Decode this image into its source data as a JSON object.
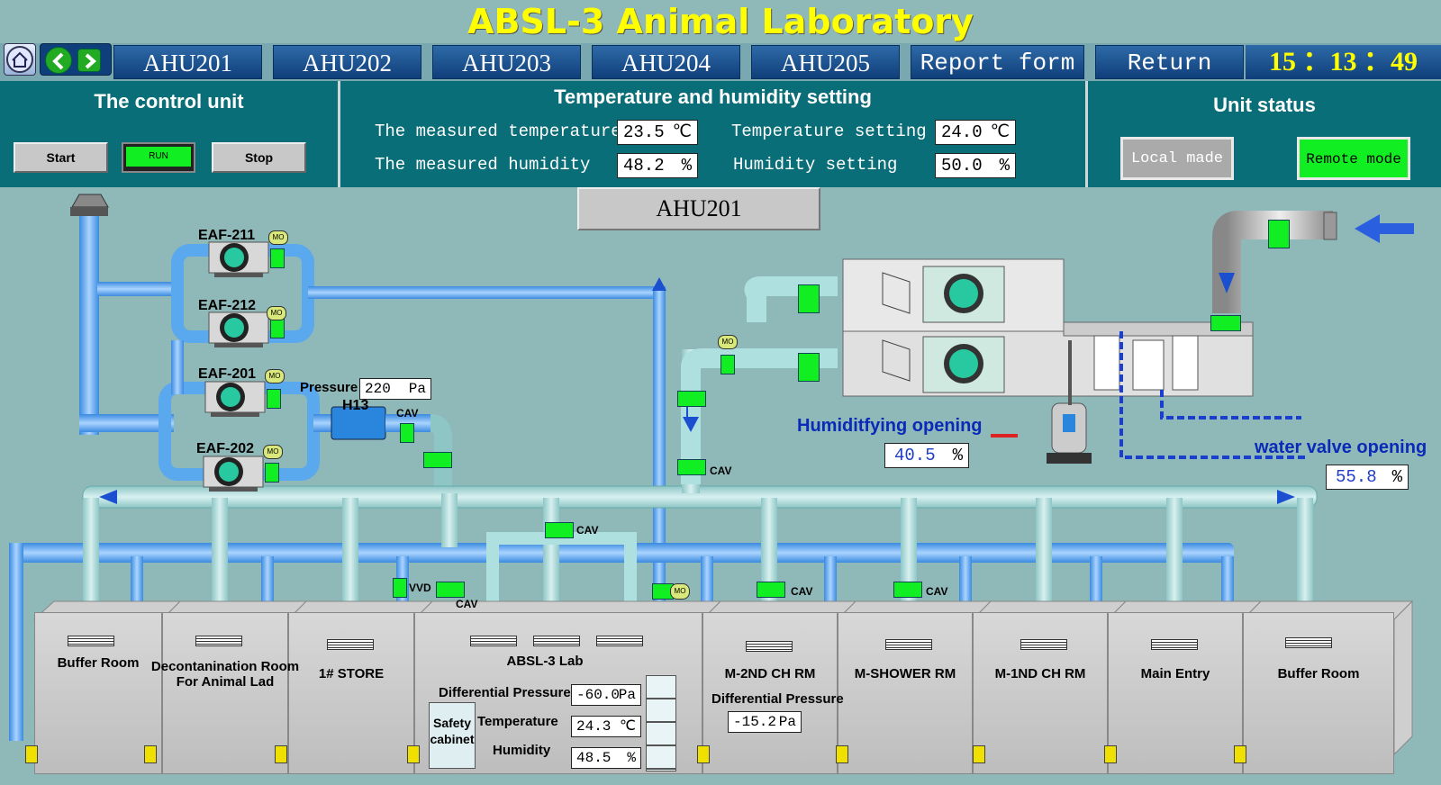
{
  "title": "ABSL-3 Animal Laboratory",
  "nav": {
    "tabs": [
      "AHU201",
      "AHU202",
      "AHU203",
      "AHU204",
      "AHU205",
      "Report form",
      "Return"
    ],
    "clock": "15 ：13 ：49"
  },
  "control_unit": {
    "title": "The control unit",
    "start": "Start",
    "run": "RUN",
    "stop": "Stop"
  },
  "setting": {
    "title": "Temperature and humidity setting",
    "measured_temp_label": "The measured temperature",
    "measured_temp": "23.5",
    "temp_unit": "℃",
    "temp_setting_label": "Temperature setting",
    "temp_setting": "24.0",
    "measured_hum_label": "The measured humidity",
    "measured_hum": "48.2",
    "hum_unit": "%",
    "hum_setting_label": "Humidity setting",
    "hum_setting": "50.0"
  },
  "unit_status": {
    "title": "Unit status",
    "local": "Local made",
    "remote": "Remote mode"
  },
  "diagram": {
    "ahu_label": "AHU201",
    "fans": [
      "EAF-211",
      "EAF-212",
      "EAF-201",
      "EAF-202"
    ],
    "mo": "MO",
    "pressure_label": "Pressure",
    "pressure_value": "220",
    "pressure_unit": "Pa",
    "filter": "H13",
    "cav": "CAV",
    "vvd": "VVD",
    "humidifying_label": "Humiditfying opening",
    "humidifying_value": "40.5",
    "water_label": "water valve opening",
    "water_value": "55.8",
    "percent": "%"
  },
  "lab": {
    "name": "ABSL-3 Lab",
    "dp_label": "Differential Pressure",
    "dp_value": "-60.0",
    "dp_unit": "Pa",
    "safety": "Safety cabinet",
    "temp_label": "Temperature",
    "temp_value": "24.3",
    "temp_unit": "℃",
    "hum_label": "Humidity",
    "hum_value": "48.5",
    "hum_unit": "%"
  },
  "m2": {
    "name": "M-2ND CH RM",
    "dp_label": "Differential Pressure",
    "dp_value": "-15.2",
    "dp_unit": "Pa"
  },
  "rooms": {
    "buffer1": "Buffer Room",
    "decon": "Decontanination Room For Animal Lad",
    "store": "1# STORE",
    "shower": "M-SHOWER RM",
    "m1": "M-1ND CH RM",
    "main": "Main Entry",
    "buffer2": "Buffer Room"
  },
  "colors": {
    "background": "#8fb8b8",
    "header_panel": "#0a6e78",
    "title": "#ffff00",
    "valve_green": "#11ee22",
    "duct_blue": "#5aa8ee"
  }
}
